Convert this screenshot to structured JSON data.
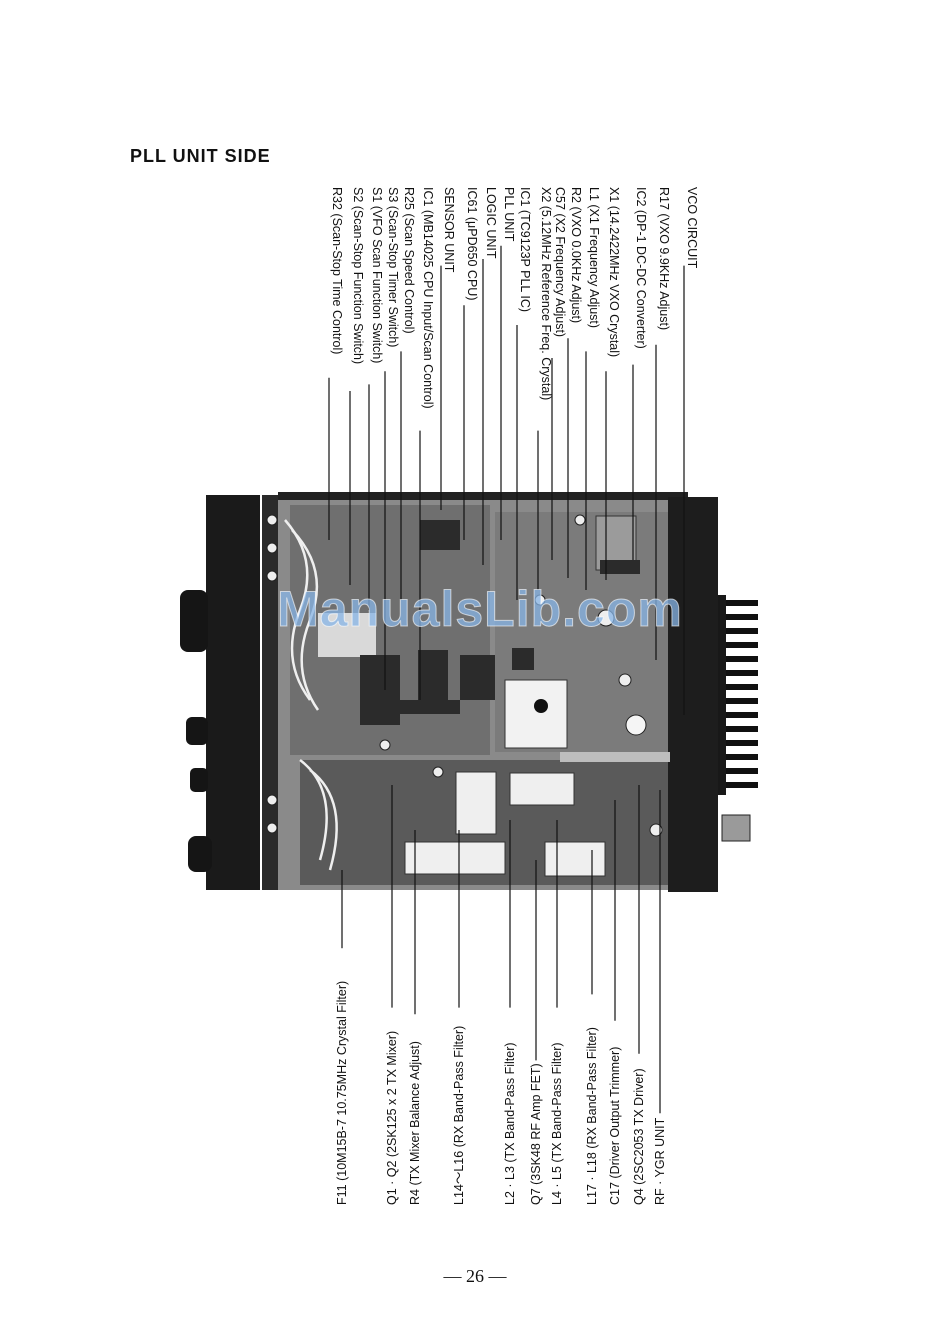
{
  "page": {
    "title": "PLL UNIT SIDE",
    "page_number": "— 26 —",
    "watermark": "ManualsLib.com"
  },
  "top_labels": [
    "R32 (Scan-Stop Time Control)",
    "S2 (Scan-Stop Function Switch)",
    "S1 (VFO Scan Function Switch)",
    "S3 (Scan-Stop Timer Switch)",
    "R25 (Scan Speed Control)",
    "IC1 (MB14025 CPU Input/Scan Control)",
    "SENSOR UNIT",
    "IC61 (μPD650 CPU)",
    "LOGIC UNIT",
    "PLL UNIT",
    "IC1 (TC9123P PLL IC)",
    "X2 (5.12MHz Reference Freq. Crystal)",
    "C57 (X2 Frequency Adjust)",
    "R2 (VXO 0.0KHz Adjust)",
    "L1 (X1 Frequency Adjust)",
    "X1 (14.2422MHz VXO Crystal)",
    "IC2 (DP-1 DC-DC Converter)",
    "R17 (VXO 9.9KHz Adjust)",
    "VCO CIRCUIT"
  ],
  "bottom_labels": [
    "F11 (10M15B-7 10.75MHz Crystal Filter)",
    "Q1 · Q2 (2SK125 x 2 TX Mixer)",
    "R4 (TX Mixer Balance Adjust)",
    "L14～L16 (RX Band-Pass Filter)",
    "L2 · L3 (TX Band-Pass Filter)",
    "Q7 (3SK48 RF Amp FET)",
    "L4 · L5 (TX Band-Pass Filter)",
    "L17 · L18 (RX Band-Pass Filter)",
    "C17 (Driver Output Trimmer)",
    "Q4 (2SC2053 TX Driver)",
    "RF · YGR UNIT"
  ]
}
